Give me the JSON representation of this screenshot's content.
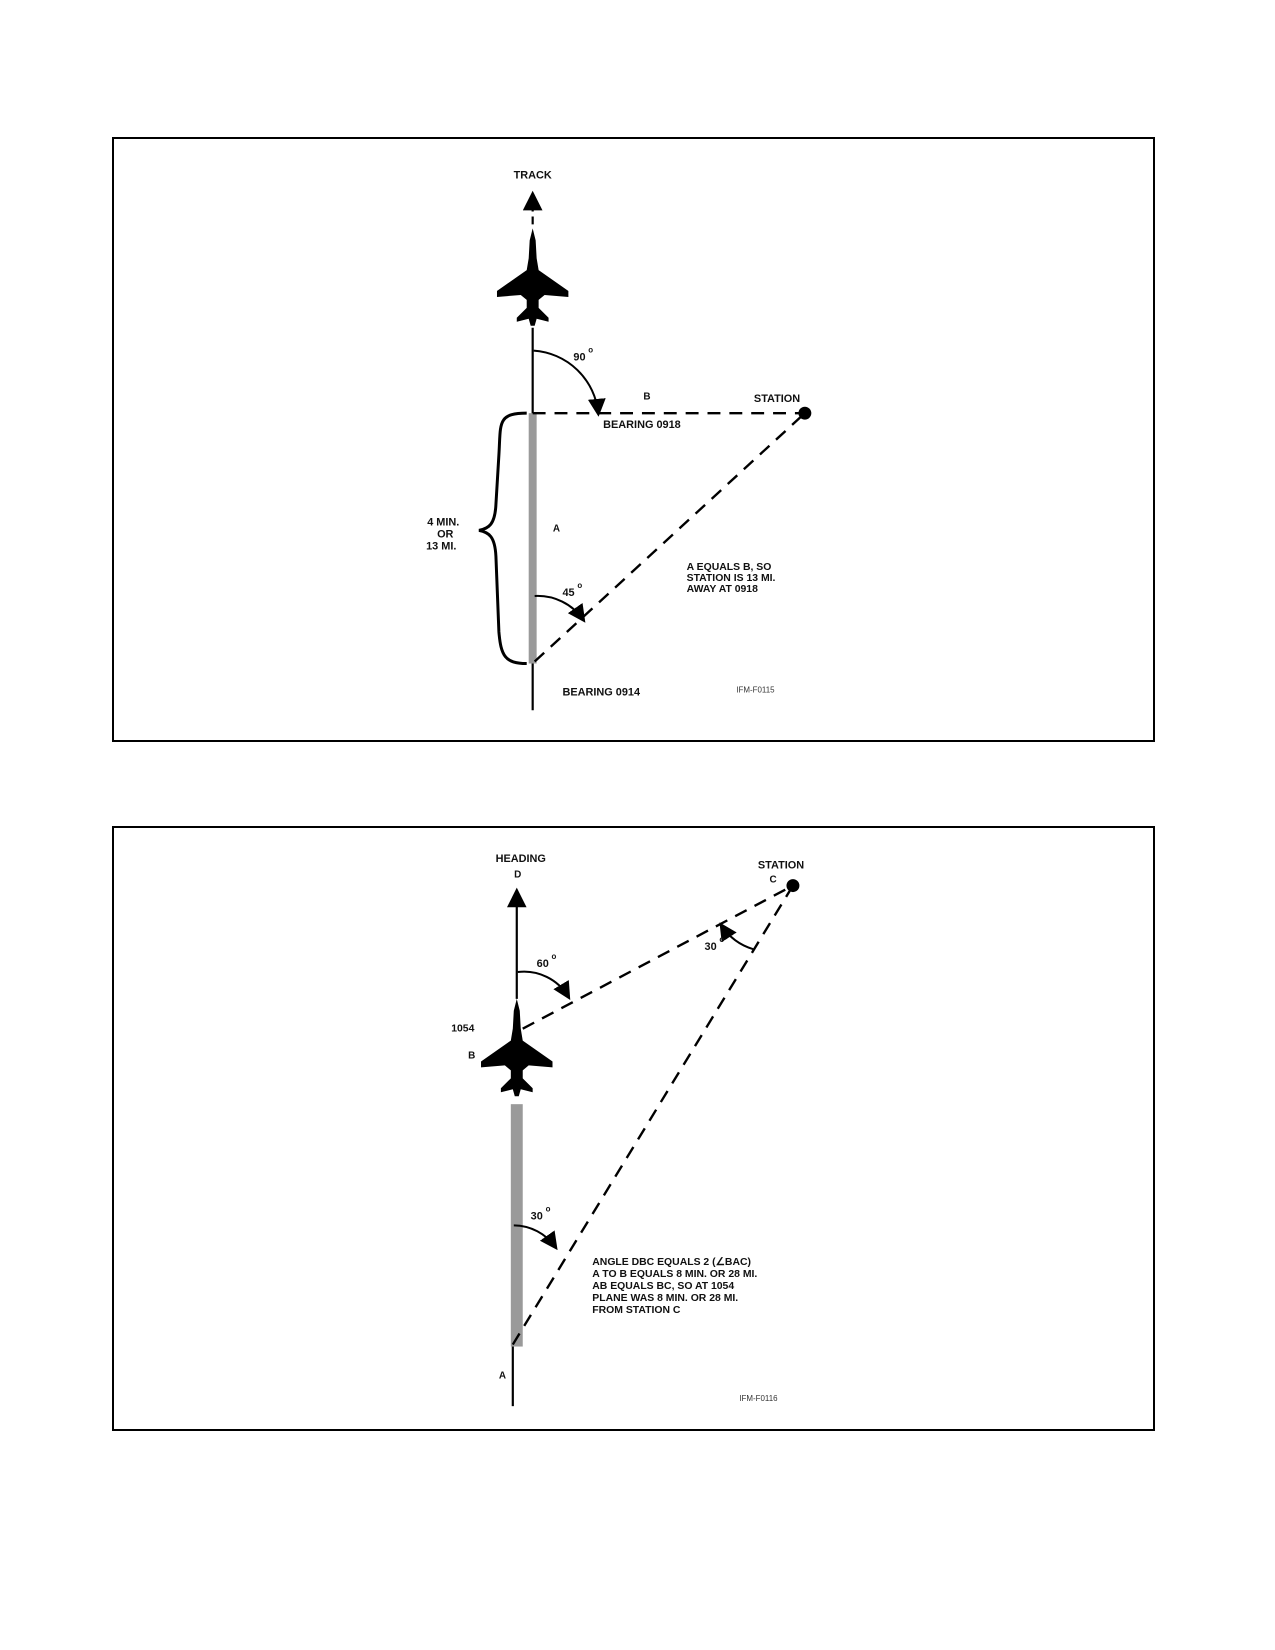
{
  "figure_1": {
    "track_label": "TRACK",
    "angle_top": "90",
    "angle_bottom": "45",
    "degree_symbol": "o",
    "label_b": "B",
    "station_label": "STATION",
    "bearing_upper": "BEARING 0918",
    "bearing_lower": "BEARING 0914",
    "label_a": "A",
    "distance_lines": [
      "4 MIN.",
      "OR",
      "13 MI."
    ],
    "note_lines": [
      "A EQUALS B, SO",
      "STATION IS 13 MI.",
      "AWAY AT 0918"
    ],
    "figure_id": "IFM-F0115",
    "colors": {
      "ink": "#000000",
      "segment": "#9a9a9a"
    }
  },
  "figure_2": {
    "heading_label": "HEADING",
    "point_d": "D",
    "station_label": "STATION",
    "point_c": "C",
    "angle_60": "60",
    "angle_30_top": "30",
    "angle_30_bottom": "30",
    "degree_symbol": "o",
    "time_label": "1054",
    "point_b": "B",
    "point_a": "A",
    "note_lines": [
      "ANGLE DBC EQUALS 2 (∠BAC)",
      "A TO B EQUALS 8 MIN. OR 28 MI.",
      "AB EQUALS BC, SO AT 1054",
      "PLANE WAS 8 MIN. OR 28 MI.",
      "FROM STATION C"
    ],
    "figure_id": "IFM-F0116",
    "colors": {
      "ink": "#000000",
      "segment": "#9a9a9a"
    }
  }
}
